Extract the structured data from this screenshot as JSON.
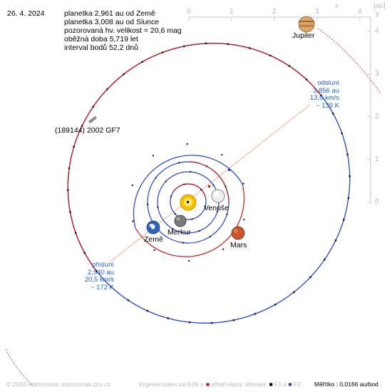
{
  "date": "26. 4. 2024",
  "info": {
    "line1": "planetka 2,961 au od Země",
    "line2": "planetka 3,008 au od Slunce",
    "line3": "pozorovaná hv. velikost = 20,6 mag",
    "line4": "oběžná doba 5,719 let",
    "line5": "interval bodů 52,2 dnů"
  },
  "asteroid_label": "(189144) 2002 GF7",
  "planets": {
    "jupiter": "Jupiter",
    "venus": "Venuše",
    "mercury": "Merkur",
    "earth": "Země",
    "mars": "Mars"
  },
  "aphelion": {
    "title": "odsluní",
    "distance": "3,856 au",
    "speed": "13,5 km/s",
    "temp": "~ 139 K"
  },
  "perihelion": {
    "title": "přísluní",
    "distance": "2,540 au",
    "speed": "20,5 km/s",
    "temp": "~ 172 K"
  },
  "axes": {
    "unit": "[au]",
    "x_symbol": "x",
    "y_symbol": "y",
    "x_ticks": [
      "0",
      "1",
      "2",
      "3",
      "4"
    ],
    "y_ticks": [
      "0",
      "1",
      "2",
      "3",
      "4"
    ]
  },
  "footer": {
    "copyright": "© 2024 Astronomia, astronomia.zcu.cz",
    "generated": "Vygenerováno za 0,09 s",
    "legend_center": "střed elipsy, ohniska",
    "legend_f1": "F1 a",
    "legend_f2": "F2",
    "scale": "Měřítko : 0,0166 au/bod"
  },
  "colors": {
    "asteroid_orbit": "#1f44c8",
    "earth_orbit": "#c81818",
    "sun": "#f2c200",
    "apsis_line": "#f4a070",
    "legend_center": "#d01010",
    "legend_f1": "#000000",
    "legend_f2": "#1f44c8"
  }
}
